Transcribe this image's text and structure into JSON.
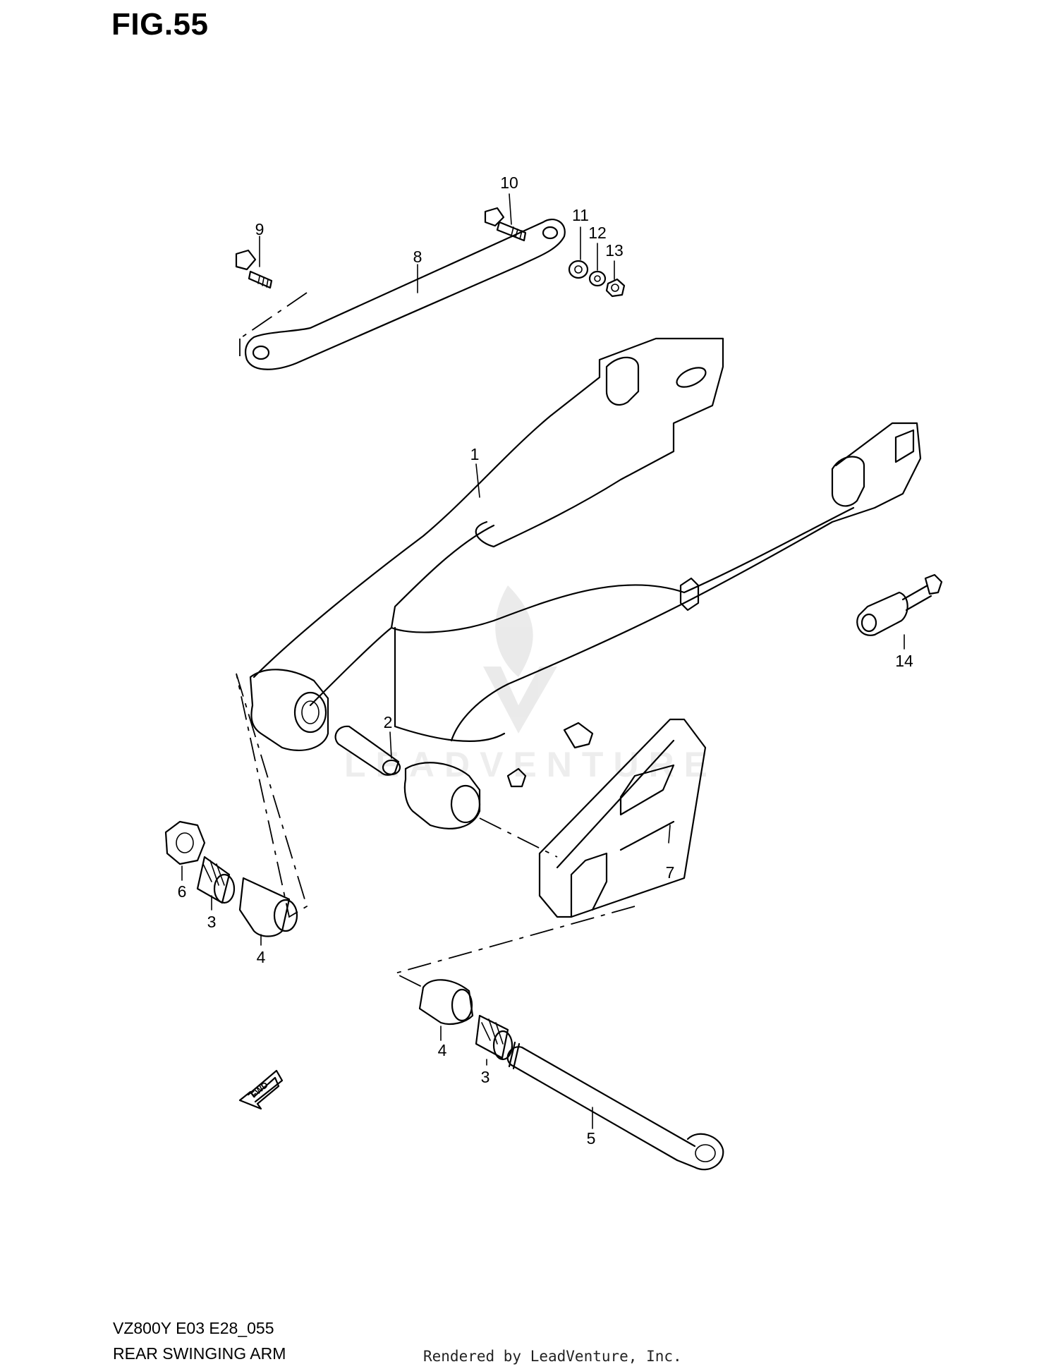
{
  "figure": {
    "title": "FIG.55",
    "model_code": "VZ800Y E03 E28_055",
    "name": "REAR SWINGING ARM"
  },
  "credit": "Rendered by LeadVenture, Inc.",
  "watermark": "LEADVENTURE",
  "fwd_label": "FWD",
  "callouts": [
    {
      "id": "c1",
      "label": "1"
    },
    {
      "id": "c2",
      "label": "2"
    },
    {
      "id": "c3a",
      "label": "3"
    },
    {
      "id": "c3b",
      "label": "3"
    },
    {
      "id": "c4a",
      "label": "4"
    },
    {
      "id": "c4b",
      "label": "4"
    },
    {
      "id": "c5",
      "label": "5"
    },
    {
      "id": "c6",
      "label": "6"
    },
    {
      "id": "c7",
      "label": "7"
    },
    {
      "id": "c8",
      "label": "8"
    },
    {
      "id": "c9",
      "label": "9"
    },
    {
      "id": "c10",
      "label": "10"
    },
    {
      "id": "c11",
      "label": "11"
    },
    {
      "id": "c12",
      "label": "12"
    },
    {
      "id": "c13",
      "label": "13"
    },
    {
      "id": "c14",
      "label": "14"
    }
  ]
}
